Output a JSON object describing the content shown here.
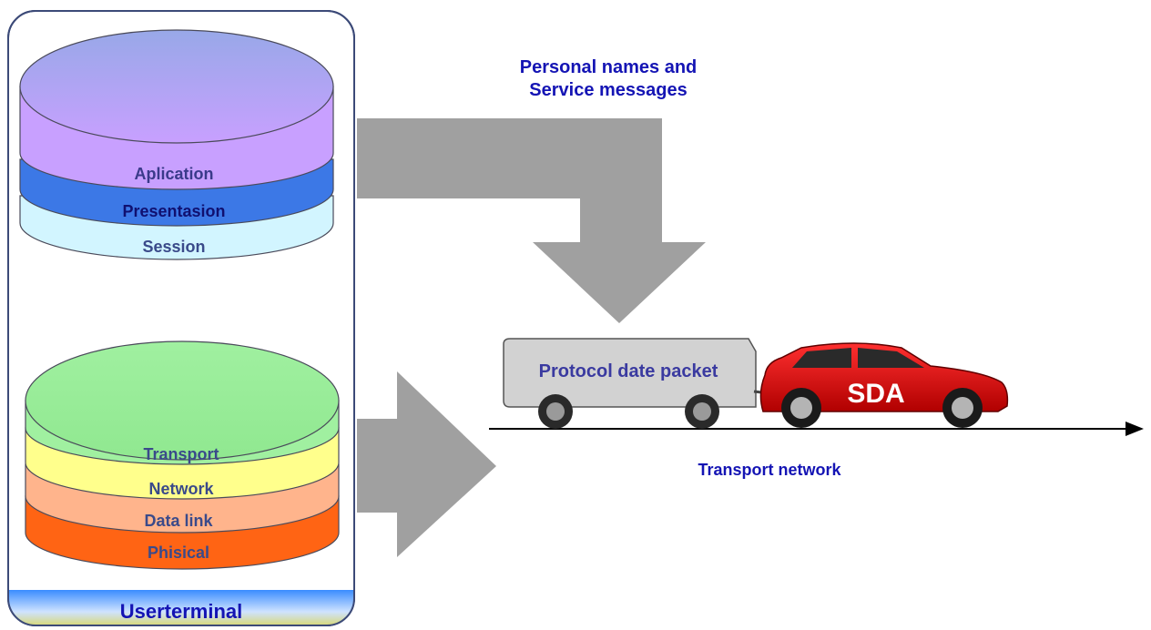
{
  "terminal": {
    "label": "Userterminal",
    "upper_stack": [
      "Aplication",
      "Presentasion",
      "Session"
    ],
    "lower_stack": [
      "Transport",
      "Network",
      "Data link",
      "Phisical"
    ]
  },
  "upper_flow_label_line1": "Personal names and",
  "upper_flow_label_line2": "Service messages",
  "packet_label": "Protocol date packet",
  "car_label": "SDA",
  "network_label": "Transport network",
  "colors": {
    "text_blue": "#1414b4",
    "arrow_gray": "#a0a0a0",
    "car_red": "#e01414",
    "trailer_gray": "#d2d2d2",
    "layer_aplication": "#c8a0ff",
    "layer_presentasion": "#3c78e6",
    "layer_session": "#d2f5ff",
    "layer_transport": "#a0f0a0",
    "layer_network": "#ffff8c",
    "layer_datalink": "#ffb48c",
    "layer_phisical": "#ff6414"
  }
}
